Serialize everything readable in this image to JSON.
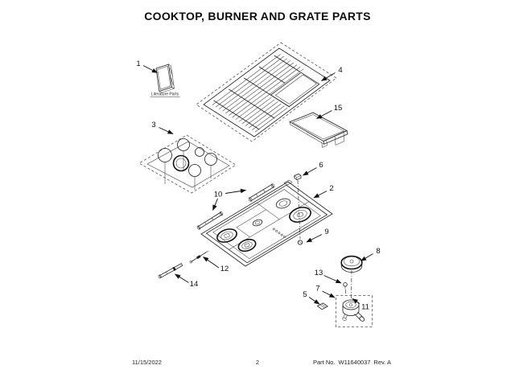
{
  "page": {
    "title": "COOKTOP, BURNER AND GRATE PARTS"
  },
  "diagram": {
    "literature_label": "Literature Parts",
    "callouts": {
      "c1": "1",
      "c2": "2",
      "c3": "3",
      "c4": "4",
      "c5": "5",
      "c6": "6",
      "c7": "7",
      "c8": "8",
      "c9": "9",
      "c10": "10",
      "c11": "11",
      "c12": "12",
      "c13": "13",
      "c14": "14",
      "c15": "15"
    }
  },
  "footer": {
    "date": "11/15/2022",
    "page_number": "2",
    "part_label": "Part No.",
    "part_number": "W11640037",
    "revision": "Rev. A"
  }
}
